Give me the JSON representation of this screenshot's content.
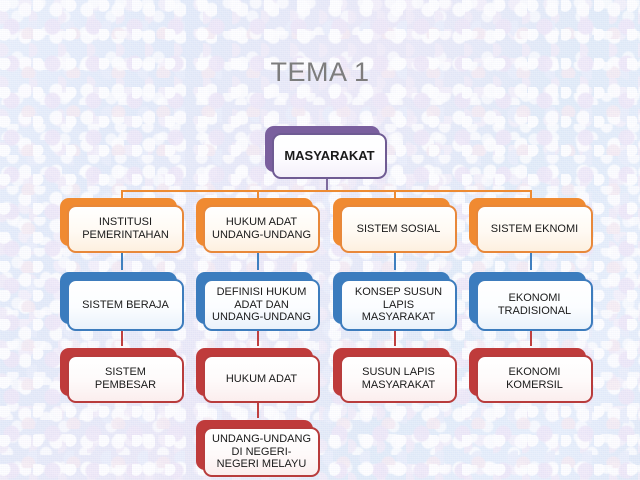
{
  "slide": {
    "title": "TEMA 1",
    "background_color": "#dce7f6",
    "title_color": "#7d7d7d"
  },
  "palette": {
    "root": "#7a5f9e",
    "level1": "#f08a31",
    "level2": "#3b7cbe",
    "level3": "#bf3b3b"
  },
  "diagram": {
    "root": {
      "label": "MASYARAKAT",
      "color": "#7a5f9e"
    },
    "columns": [
      {
        "level1": {
          "label": "INSTITUSI PEMERINTAHAN",
          "color": "#f08a31"
        },
        "level2": {
          "label": "SISTEM BERAJA",
          "color": "#3b7cbe"
        },
        "level3": {
          "label": "SISTEM PEMBESAR",
          "color": "#bf3b3b"
        },
        "level4": null
      },
      {
        "level1": {
          "label": "HUKUM ADAT UNDANG-UNDANG",
          "color": "#f08a31"
        },
        "level2": {
          "label": "DEFINISI HUKUM ADAT DAN UNDANG-UNDANG",
          "color": "#3b7cbe"
        },
        "level3": {
          "label": "HUKUM ADAT",
          "color": "#bf3b3b"
        },
        "level4": {
          "label": "UNDANG-UNDANG DI NEGERI-NEGERI MELAYU",
          "color": "#bf3b3b"
        }
      },
      {
        "level1": {
          "label": "SISTEM SOSIAL",
          "color": "#f08a31"
        },
        "level2": {
          "label": "KONSEP SUSUN LAPIS MASYARAKAT",
          "color": "#3b7cbe"
        },
        "level3": {
          "label": "SUSUN LAPIS MASYARAKAT",
          "color": "#bf3b3b"
        },
        "level4": null
      },
      {
        "level1": {
          "label": "SISTEM EKNOMI",
          "color": "#f08a31"
        },
        "level2": {
          "label": "EKONOMI TRADISIONAL",
          "color": "#3b7cbe"
        },
        "level3": {
          "label": "EKONOMI KOMERSIL",
          "color": "#bf3b3b"
        },
        "level4": null
      }
    ]
  }
}
